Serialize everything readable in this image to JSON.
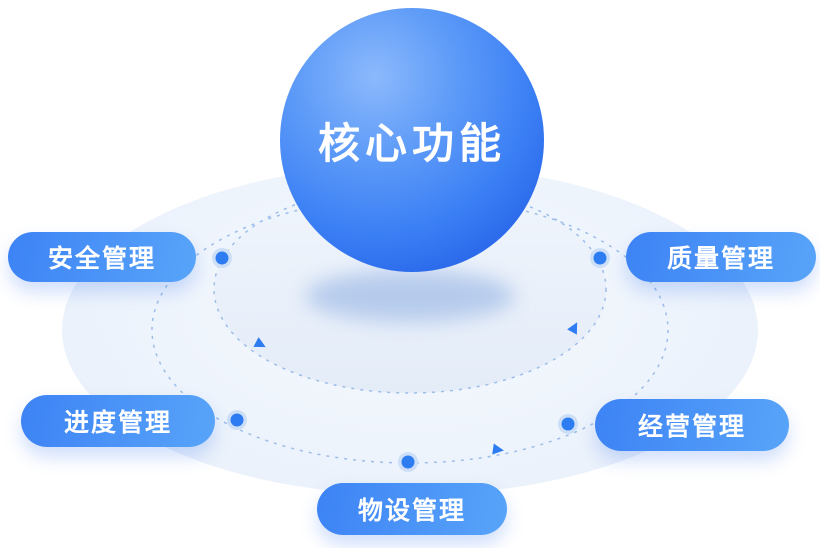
{
  "diagram": {
    "center_label": "核心功能",
    "nodes": [
      {
        "id": "safety",
        "label": "安全管理",
        "position": "top-left"
      },
      {
        "id": "quality",
        "label": "质量管理",
        "position": "top-right"
      },
      {
        "id": "progress",
        "label": "进度管理",
        "position": "bottom-left"
      },
      {
        "id": "operation",
        "label": "经营管理",
        "position": "bottom-right"
      },
      {
        "id": "equipment",
        "label": "物设管理",
        "position": "bottom-center"
      }
    ],
    "colors": {
      "background": "#ffffff",
      "sphere_light": "#8cb9fc",
      "sphere_dark": "#2158d2",
      "pill_gradient_start": "#3d83f5",
      "pill_gradient_end": "#58a4f9",
      "orbit_stroke": "#9cbde9",
      "orbit_dot": "#2d7cf2",
      "platform_fill": "#eef4fc",
      "text_on_blue": "#ffffff"
    }
  }
}
